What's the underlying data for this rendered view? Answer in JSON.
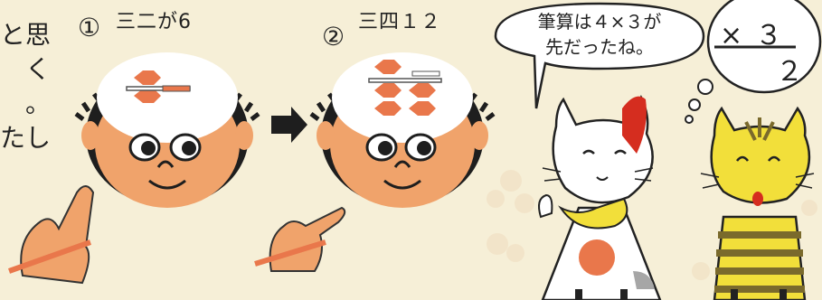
{
  "left_text": [
    "と思",
    "く",
    "。",
    "たし"
  ],
  "step1": {
    "number": "①",
    "label": "三二が6"
  },
  "step2": {
    "number": "②",
    "label": "三四１２"
  },
  "speech": {
    "line1": "筆算は４×３が",
    "line2": "先だったね。"
  },
  "thought": {
    "multiplier": "×３",
    "result": "２"
  },
  "colors": {
    "background": "#f6efd7",
    "skin": "#f0a36b",
    "hair": "#1e1e1e",
    "hex_chip": "#e9774b",
    "cat_yellow": "#f2df3a",
    "cat_patch_red": "#d52d1f"
  }
}
